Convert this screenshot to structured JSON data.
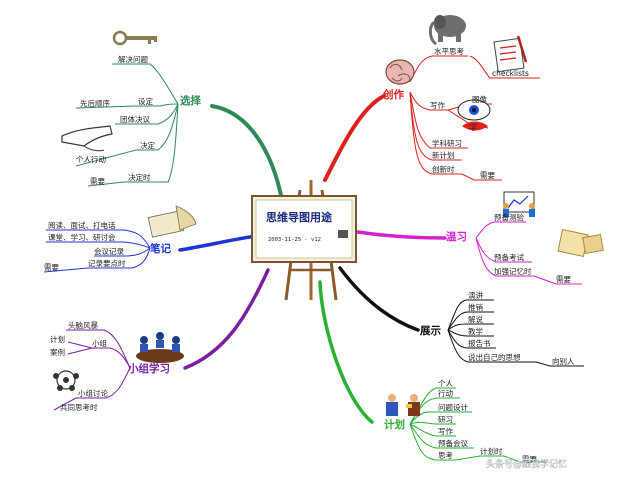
{
  "center": {
    "title": "思维导图用途",
    "date": "2003-11-25 - v12"
  },
  "colors": {
    "xuanze": "#2e8b57",
    "chuangzuo": "#e0201a",
    "biji": "#1c34d8",
    "huaxi": "#d61fd0",
    "zhanshi": "#111111",
    "xiaozu": "#7a1ea0",
    "jihua": "#29b232"
  },
  "branches": {
    "xuanze": {
      "label": "选择",
      "items": [
        "解决问题",
        "设定",
        "先后顺序",
        "团体决议",
        "决定",
        "个人行动",
        "需要",
        "决定时"
      ]
    },
    "chuangzuo": {
      "label": "创作",
      "items": [
        "水平思考",
        "checklists",
        "写作",
        "图像",
        "字",
        "学科研习",
        "新计划",
        "创新时",
        "需要"
      ]
    },
    "biji": {
      "label": "笔记",
      "items": [
        "阅读、面试、打电话",
        "课堂、学习、研讨会",
        "会议记录",
        "记录要点时",
        "需要"
      ]
    },
    "huaxi": {
      "label": "温习",
      "items": [
        "预备测验",
        "预备考试",
        "加强记忆时",
        "需要"
      ]
    },
    "zhanshi": {
      "label": "展示",
      "items": [
        "演讲",
        "推销",
        "解说",
        "教学",
        "报告书",
        "说出自己的思想",
        "向别人"
      ]
    },
    "xiaozu": {
      "label": "小组学习",
      "items": [
        "头脑风暴",
        "计划",
        "小组",
        "案例",
        "小组讨论",
        "共同思考时"
      ]
    },
    "jihua": {
      "label": "计划",
      "items": [
        "个人",
        "行动",
        "问题设计",
        "研习",
        "写作",
        "预备会议",
        "思考",
        "计划时",
        "需要"
      ]
    }
  },
  "watermark": "头条号@跟我学记忆",
  "icons": [
    "key-icon",
    "hand-pointer-icon",
    "brain-icon",
    "elephant-icon",
    "checklist-icon",
    "face-icon",
    "quill-icon",
    "people-meeting-icon",
    "chart-people-icon",
    "puzzle-icon",
    "star-icon",
    "talking-people-icon",
    "easel-icon"
  ]
}
